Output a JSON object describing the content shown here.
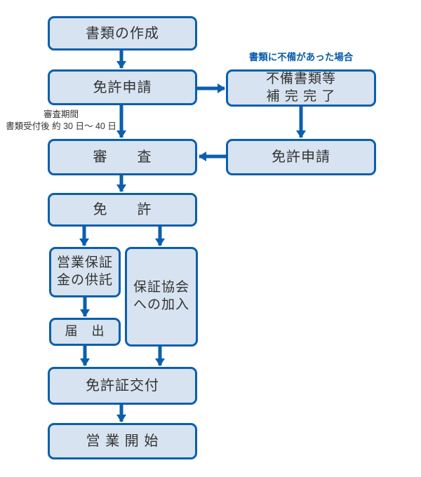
{
  "diagram": {
    "type": "flowchart",
    "colors": {
      "accent_blue": "#0b5fad",
      "node_fill": "#d7e3f0",
      "node_text": "#333333",
      "caption_blue": "#0a5cab",
      "background": "#ffffff"
    },
    "nodes": {
      "create_documents": {
        "label": "書類の作成"
      },
      "license_application": {
        "label": "免許申請"
      },
      "incomplete_docs": {
        "label": "不備書類等\n補 完 完 了"
      },
      "reapplication": {
        "label": "免許申請"
      },
      "examination": {
        "label": "審　　査"
      },
      "license": {
        "label": "免　　許"
      },
      "deposit": {
        "label": "営業保証\n金の供託"
      },
      "guarantee_association": {
        "label": "保証協会\nへの加入"
      },
      "notification": {
        "label": "届　出"
      },
      "license_issuance": {
        "label": "免許証交付"
      },
      "business_start": {
        "label": "営 業 開 始"
      }
    },
    "annotations": {
      "incomplete_case": "書類に不備があった場合",
      "review_period": "審査期間\n書類受付後 約 30 日～ 40 日"
    }
  }
}
